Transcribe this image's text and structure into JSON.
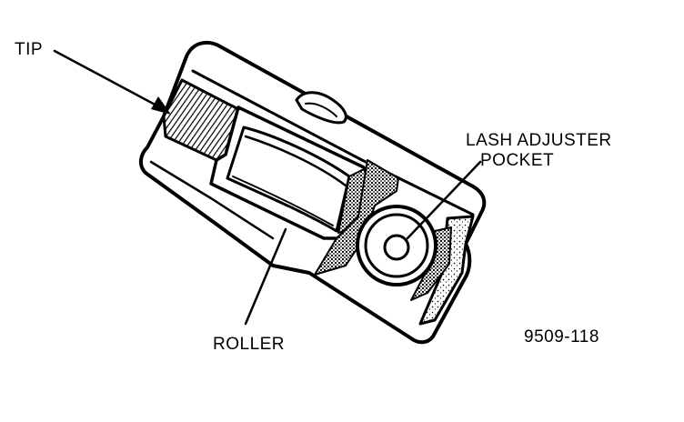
{
  "labels": {
    "tip": "TIP",
    "lash_line1": "LASH ADJUSTER",
    "lash_line2": "POCKET",
    "roller": "ROLLER",
    "figure_code": "9509-118"
  },
  "colors": {
    "ink": "#000000",
    "paper": "#ffffff"
  }
}
